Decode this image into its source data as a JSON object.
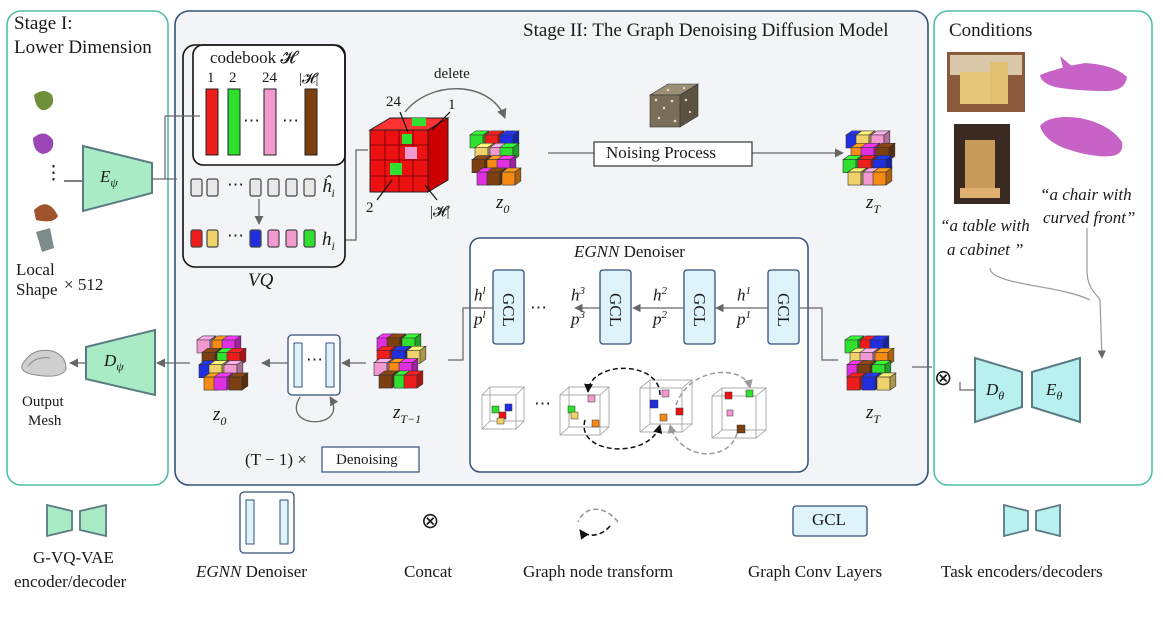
{
  "stage1": {
    "title_line1": "Stage I:",
    "title_line2": "Lower Dimension",
    "encoder": "E",
    "encoder_sub": "ψ",
    "decoder": "D",
    "decoder_sub": "ψ",
    "dots": "⋮",
    "local_shape_1": "Local",
    "local_shape_2": "Shape",
    "count": "× 512",
    "output_1": "Output",
    "output_2": "Mesh"
  },
  "stage2": {
    "title": "Stage II: The Graph Denoising Diffusion Model",
    "codebook": "codebook 𝓗",
    "codebook_labels": [
      "1",
      "2",
      "24",
      "|𝓗|"
    ],
    "ellipsis": "⋯",
    "h_hat": "ĥ",
    "h": "h",
    "sub_i": "i",
    "vq": "VQ",
    "delete": "delete",
    "cube_labels": {
      "top": "24",
      "right": "1",
      "left": "2",
      "bottom": "|𝓗|"
    },
    "z0": "z",
    "z0_sub": "0",
    "zT": "z",
    "zT_sub": "T",
    "zT1_sub": "T−1",
    "noising": "Noising Process",
    "egnn_title": "EGNN",
    "egnn_title_rest": " Denoiser",
    "gcl": "GCL",
    "gcl_features": [
      {
        "h": "h",
        "p": "p",
        "sup": "l"
      },
      {
        "h": "h",
        "p": "p",
        "sup": "3"
      },
      {
        "h": "h",
        "p": "p",
        "sup": "2"
      },
      {
        "h": "h",
        "p": "p",
        "sup": "1"
      }
    ],
    "repeat": "(T − 1) ×",
    "denoising": "Denoising"
  },
  "conditions": {
    "title": "Conditions",
    "quote_table": "“a table with",
    "quote_table_2": "a cabinet ”",
    "quote_chair": "“a chair with",
    "quote_chair_2": "curved front”",
    "concat": "⊗",
    "dec": "D",
    "dec_sub": "θ",
    "enc": "E",
    "enc_sub": "θ"
  },
  "legend": {
    "vqvae_1": "G-VQ-VAE",
    "vqvae_2": "encoder/decoder",
    "egnn_italic": "EGNN",
    "egnn_rest": " Denoiser",
    "concat_symbol": "⊗",
    "concat": "Concat",
    "graph_transform": "Graph node transform",
    "gcl_box": "GCL",
    "gcl": "Graph Conv Layers",
    "task": "Task encoders/decoders"
  },
  "colors": {
    "stage1_border": "#4fbfa8",
    "stage2_border": "#33507a",
    "stage2_fill": "#f2f4f8",
    "vqvae_fill": "#a8ebc4",
    "task_fill": "#b8f0f0",
    "gcl_fill": "#dff3fb",
    "red": "#ef1c1c",
    "green": "#2fe02f",
    "pink": "#f29ad0",
    "brown": "#7b3f10",
    "blue": "#1f2fe0",
    "orange": "#f58a15",
    "yellow": "#efd36a",
    "magenta": "#e02fe0"
  }
}
